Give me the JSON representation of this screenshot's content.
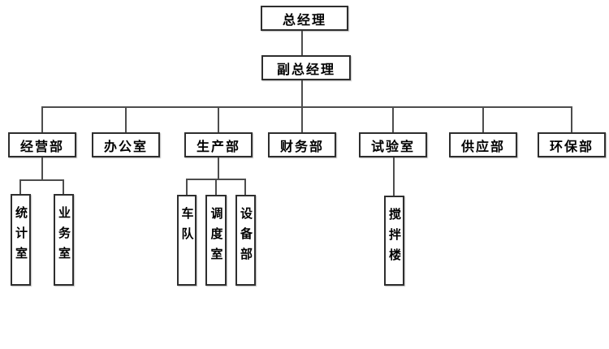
{
  "org_chart": {
    "root": {
      "label": "总经理"
    },
    "deputy": {
      "label": "副总经理"
    },
    "departments": [
      {
        "label": "经营部",
        "children": [
          {
            "label": "统计室"
          },
          {
            "label": "业务室"
          }
        ]
      },
      {
        "label": "办公室",
        "children": []
      },
      {
        "label": "生产部",
        "children": [
          {
            "label": "车队"
          },
          {
            "label": "调度室"
          },
          {
            "label": "设备部"
          }
        ]
      },
      {
        "label": "财务部",
        "children": []
      },
      {
        "label": "试验室",
        "children": [
          {
            "label": "搅拌楼"
          }
        ]
      },
      {
        "label": "供应部",
        "children": []
      },
      {
        "label": "环保部",
        "children": []
      }
    ],
    "colors": {
      "background": "#ffffff",
      "box_border": "#2e2e2e",
      "connector_line": "#4d4d4d",
      "text": "#000000"
    }
  }
}
